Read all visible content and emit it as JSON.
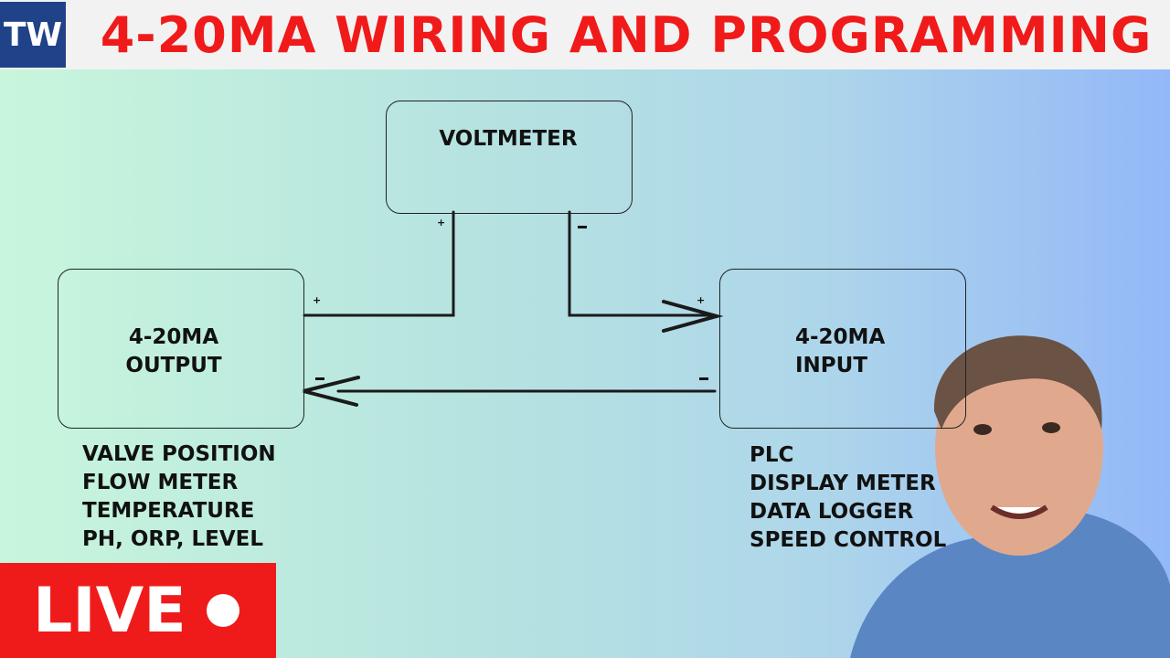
{
  "header": {
    "logo": "TW",
    "title": "4-20MA WIRING AND PROGRAMMING"
  },
  "diagram": {
    "voltmeter": "VOLTMETER",
    "output_box": {
      "line1": "4-20MA",
      "line2": "OUTPUT"
    },
    "input_box": {
      "line1": "4-20MA",
      "line2": "INPUT"
    },
    "output_examples": [
      "VALVE POSITION",
      "FLOW METER",
      "TEMPERATURE",
      "PH, ORP, LEVEL"
    ],
    "input_examples": [
      "PLC",
      "DISPLAY METER",
      "DATA LOGGER",
      "SPEED CONTROL"
    ],
    "plus": "+",
    "minus": "-"
  },
  "badge": {
    "live": "LIVE"
  },
  "colors": {
    "title": "#f01a1a",
    "logo_bg": "#1f4288",
    "live_bg": "#ef1b1b"
  }
}
